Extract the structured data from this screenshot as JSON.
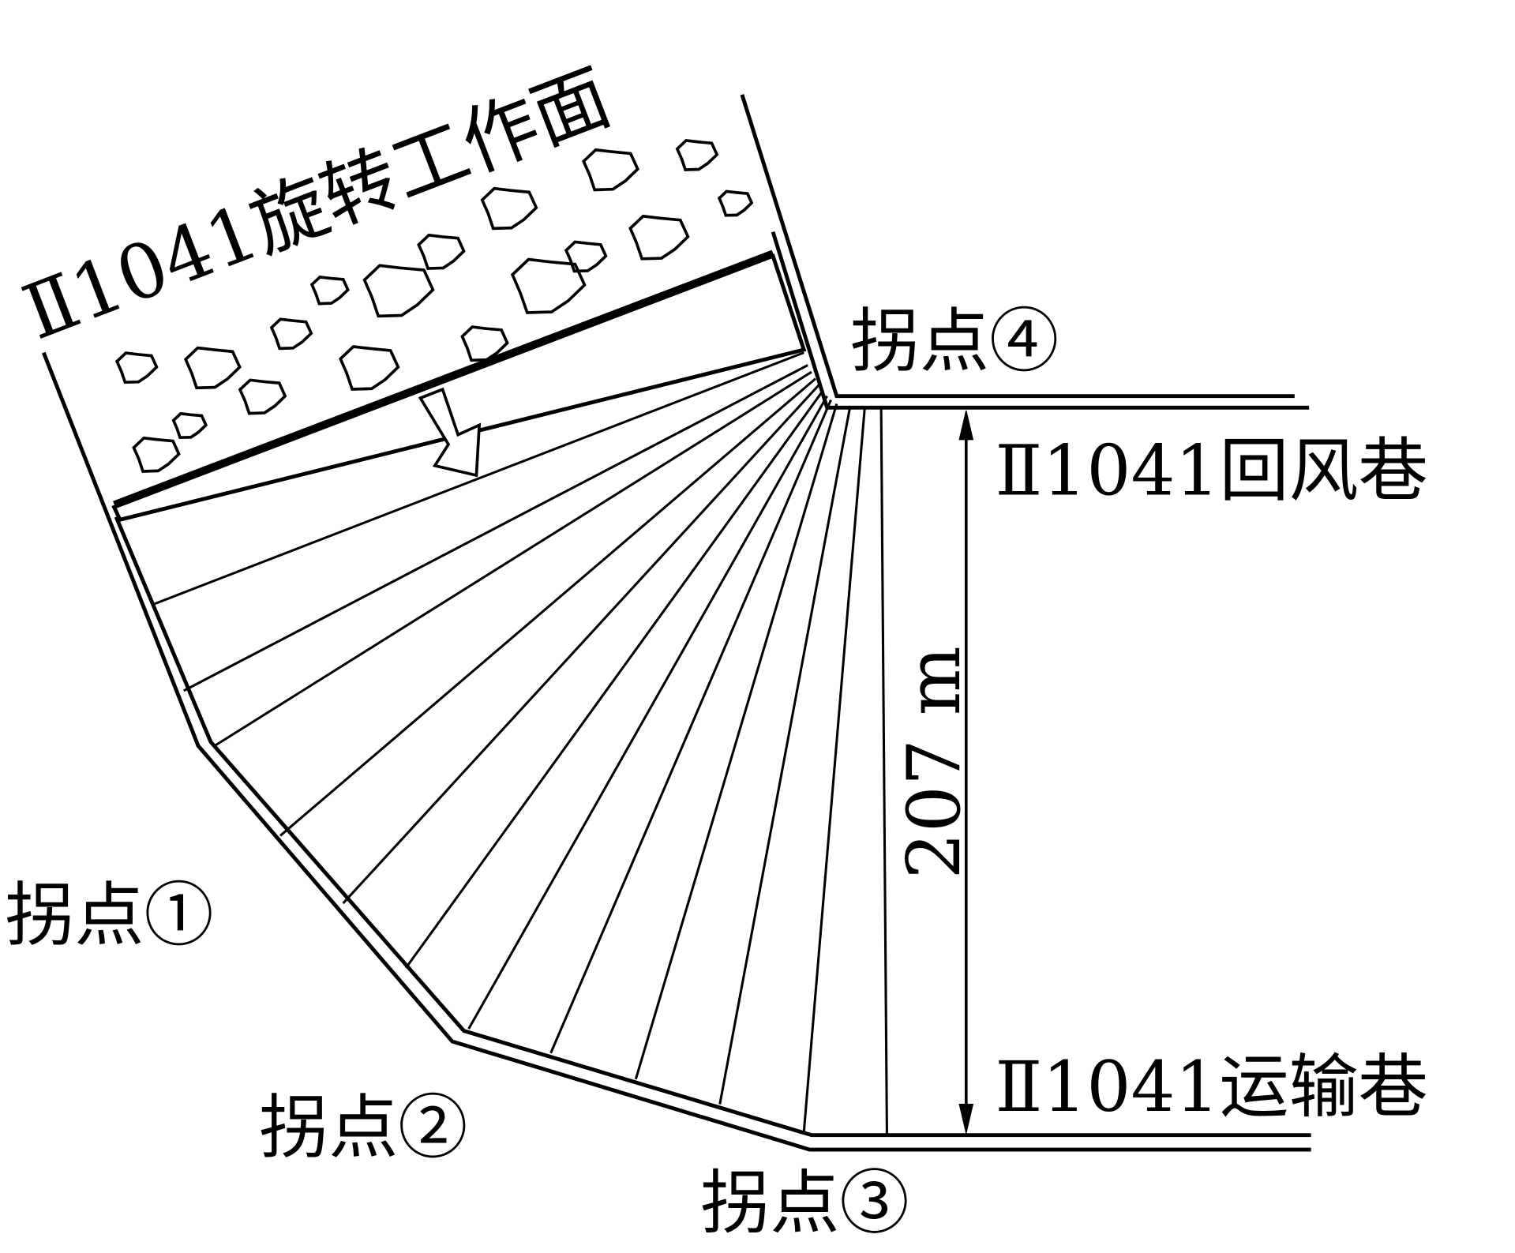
{
  "title": "Ⅱ1041旋转工作面",
  "labels": {
    "return_airway": "Ⅱ1041回风巷",
    "haulage_roadway": "Ⅱ1041运输巷",
    "length": "207 m",
    "turn_point_1": "拐点①",
    "turn_point_2": "拐点②",
    "turn_point_3": "拐点③",
    "turn_point_4": "拐点④"
  },
  "fan_line_count": 12,
  "colors": {
    "ink": "#000000",
    "background": "#ffffff"
  }
}
